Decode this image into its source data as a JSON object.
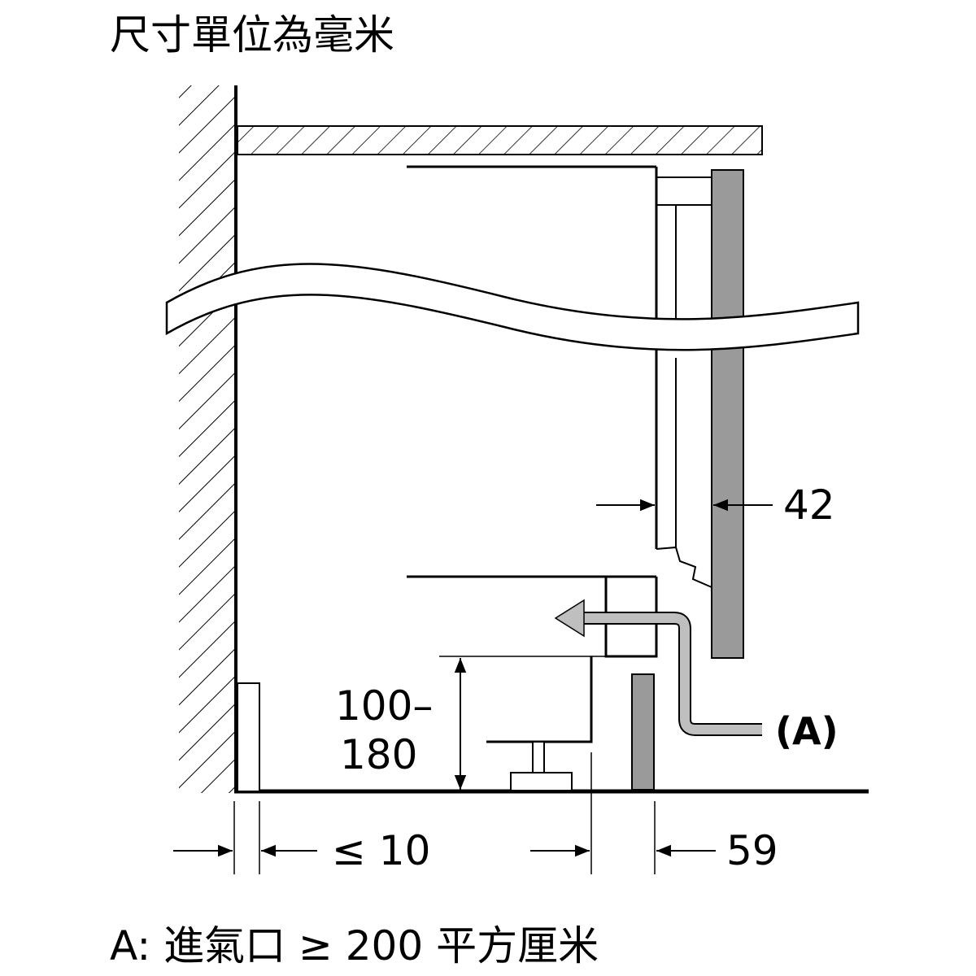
{
  "header": {
    "unit_note": "尺寸單位為毫米"
  },
  "dimensions": {
    "gap_42": "42",
    "height_range_line1": "100–",
    "height_range_line2": "180",
    "gap_max_10": "≤ 10",
    "depth_59": "59"
  },
  "callouts": {
    "airflow_label": "(A)"
  },
  "footer": {
    "legend": "A: 進氣口 ≥ 200 平方厘米"
  },
  "colors": {
    "line": "#000000",
    "panel_gray": "#9a9a9a",
    "airflow_arrow": "#bfbfbf"
  }
}
